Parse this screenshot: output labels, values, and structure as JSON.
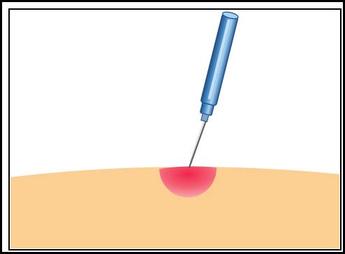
{
  "diagram": {
    "colors": {
      "frame": "#000000",
      "background": "#ffffff",
      "skin": "#fbcf91",
      "bleb_core": "#f0264c",
      "bleb_edge": "#f9a5aa",
      "syringe_light": "#a9d2f0",
      "syringe_mid": "#4f93cf",
      "syringe_dark": "#1f4f86",
      "needle": "#6f6f6f"
    },
    "elements": [
      {
        "name": "skin-surface",
        "shape": "curved-band"
      },
      {
        "name": "intradermal-bleb",
        "shape": "half-disc"
      },
      {
        "name": "syringe",
        "shape": "angled-barrel"
      },
      {
        "name": "needle",
        "shape": "thin-line"
      }
    ]
  }
}
